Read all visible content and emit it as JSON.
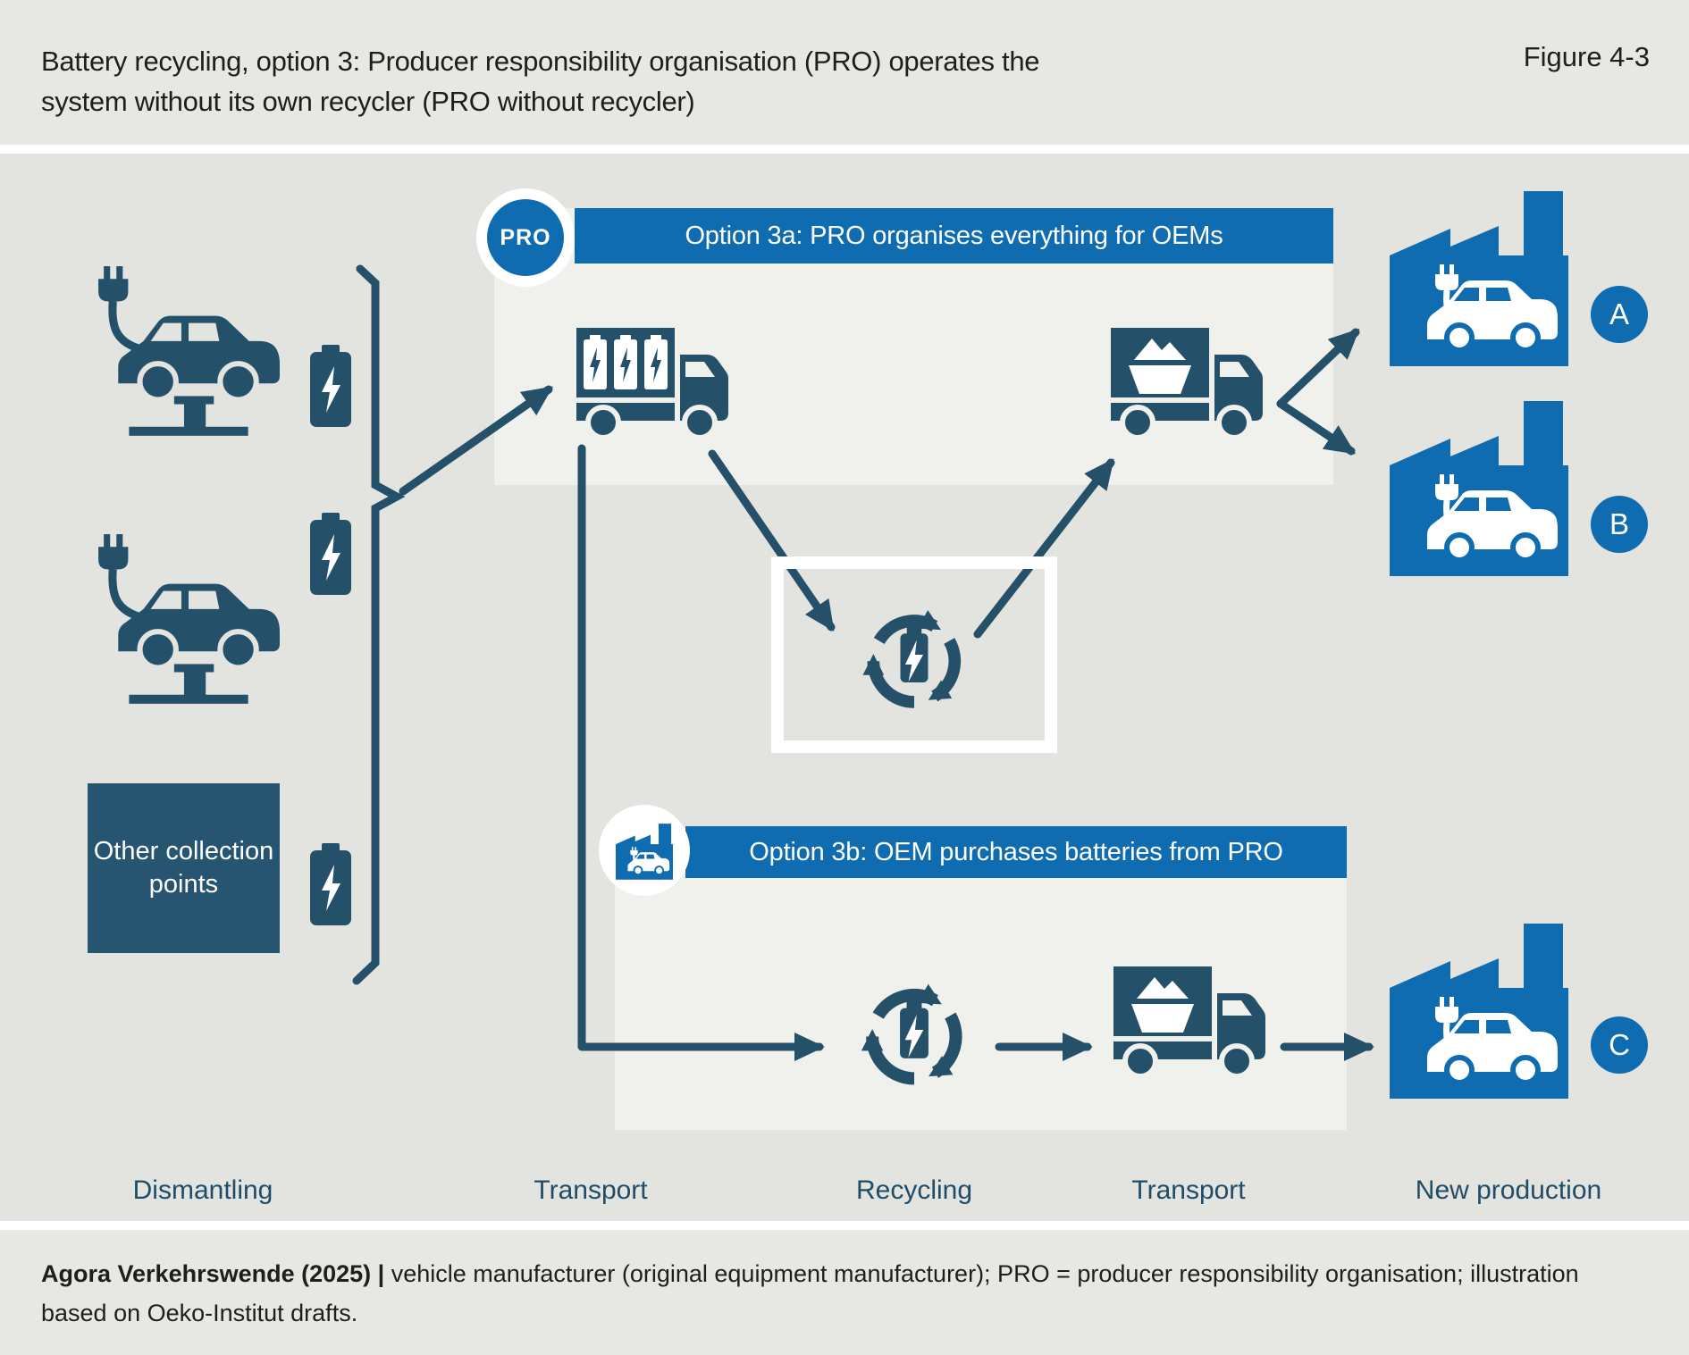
{
  "header": {
    "title_line1": "Battery recycling, option 3: Producer responsibility organisation (PRO) operates the",
    "title_line2": "system without its own recycler (PRO without recycler)",
    "figure_label": "Figure 4-3"
  },
  "colors": {
    "accent_blue": "#0f6cb0",
    "icon_navy": "#25506a",
    "main_background": "#e3e3df",
    "band_background": "#e7e7e3",
    "panel_background": "#f0f0ed",
    "white": "#ffffff",
    "text_dark": "#1e1e1c"
  },
  "diagram": {
    "pro_badge_label": "PRO",
    "option_a": {
      "banner": "Option 3a: PRO organises everything for OEMs"
    },
    "option_b": {
      "banner": "Option 3b: OEM purchases batteries from PRO"
    },
    "collection_box_text": "Other collection points",
    "factories": [
      {
        "letter": "A"
      },
      {
        "letter": "B"
      },
      {
        "letter": "C"
      }
    ],
    "stage_labels": [
      "Dismantling",
      "Transport",
      "Recycling",
      "Transport",
      "New production"
    ]
  },
  "footer": {
    "source_bold": "Agora Verkehrswende (2025) |",
    "source_rest": " vehicle manufacturer (original equipment manufacturer); PRO = producer responsibility organisation; illustration based on Oeko-Institut drafts."
  }
}
